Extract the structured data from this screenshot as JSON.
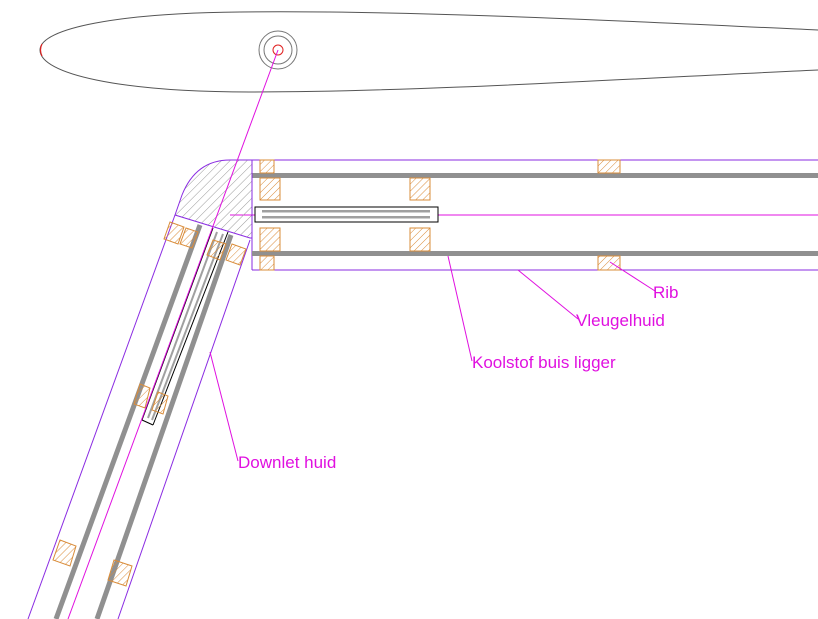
{
  "drawing": {
    "annotation_color": "#e010e0",
    "outline_color": "#8a2be2",
    "spar_color": "#909090",
    "wood_color": "#d98c3a",
    "labels": {
      "rib": "Rib",
      "wing_skin": "Vleugelhuid",
      "carbon_tube_spar": "Koolstof buis ligger",
      "downlet_skin": "Downlet huid"
    }
  }
}
